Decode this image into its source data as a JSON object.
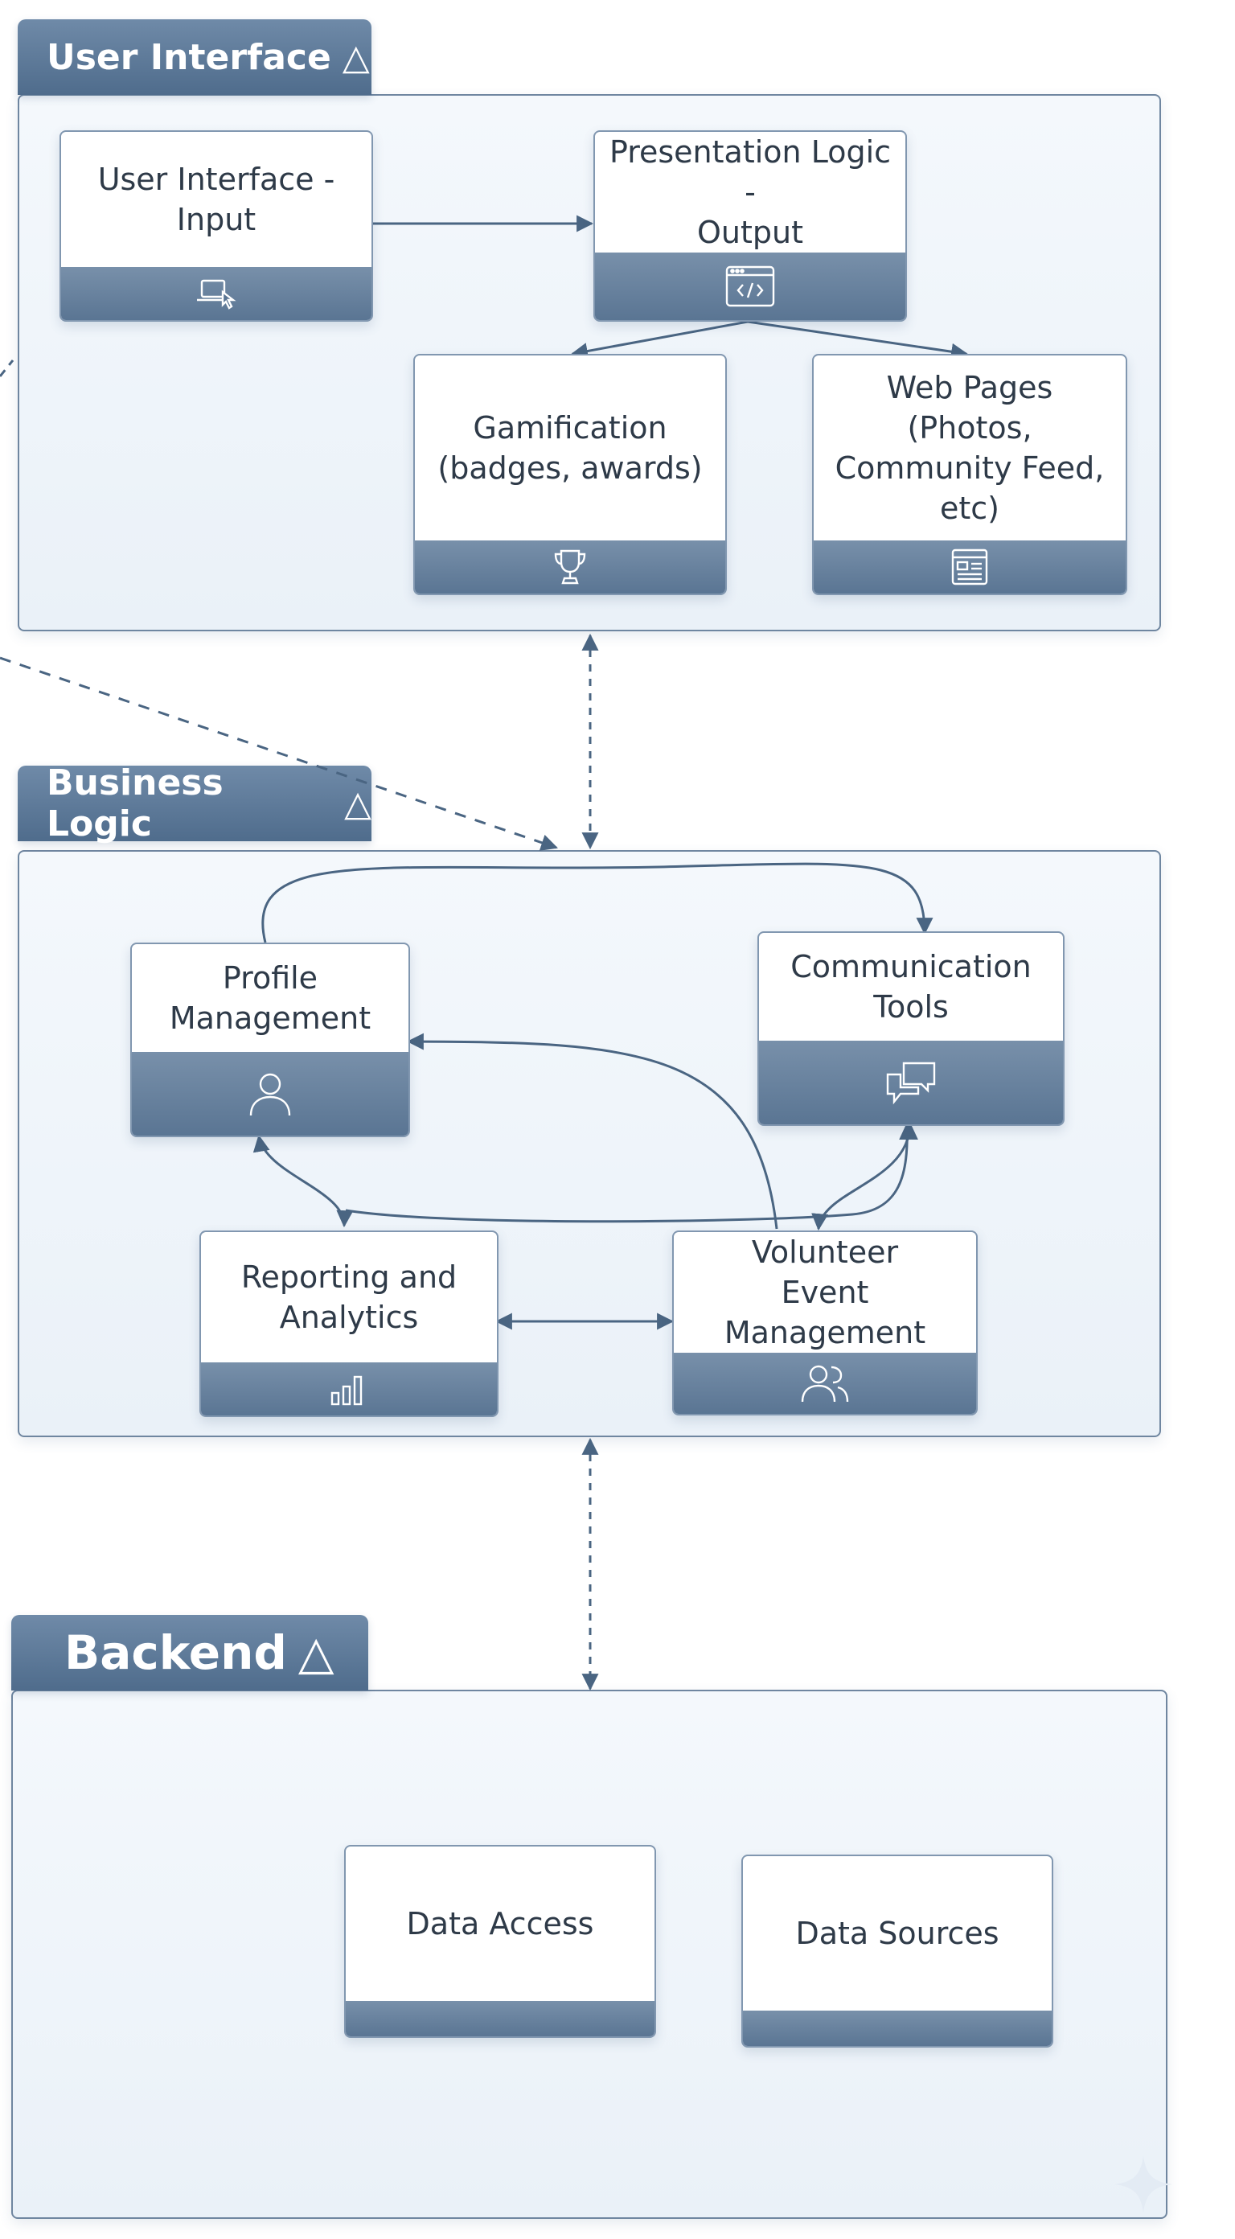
{
  "sections": {
    "user_interface": {
      "title": "User Interface",
      "icon": "triangle-icon"
    },
    "business_logic": {
      "title": "Business Logic",
      "icon": "triangle-icon"
    },
    "backend": {
      "title": "Backend",
      "icon": "triangle-icon"
    }
  },
  "nodes": {
    "ui_input": {
      "label": "User Interface -\nInput",
      "icon": "laptop-pointer-icon"
    },
    "presentation_output": {
      "label": "Presentation Logic -\nOutput",
      "icon": "code-window-icon"
    },
    "gamification": {
      "label": "Gamification\n(badges, awards)",
      "icon": "trophy-icon"
    },
    "web_pages": {
      "label": "Web Pages (Photos,\nCommunity Feed,\netc)",
      "icon": "web-layout-icon"
    },
    "profile_management": {
      "label": "Profile\nManagement",
      "icon": "user-icon"
    },
    "communication_tools": {
      "label": "Communication\nTools",
      "icon": "chat-bubbles-icon"
    },
    "reporting_analytics": {
      "label": "Reporting and\nAnalytics",
      "icon": "bar-chart-icon"
    },
    "volunteer_event": {
      "label": "Volunteer\nEvent Management",
      "icon": "users-icon"
    },
    "data_access": {
      "label": "Data Access"
    },
    "data_sources": {
      "label": "Data Sources"
    }
  },
  "colors": {
    "accent": "#4f6c8c",
    "line": "#4a6582",
    "panel_border": "#6f86a0",
    "text": "#2e3a48"
  }
}
